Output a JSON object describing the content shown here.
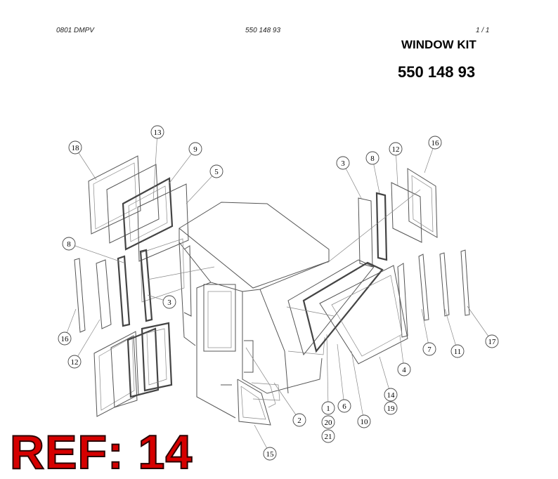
{
  "header": {
    "left": "0801 DMPV",
    "center": "550 148 93",
    "right": "1 /   1"
  },
  "kit": {
    "title": "WINDOW KIT",
    "number": "550 148 93"
  },
  "ref": "REF: 14",
  "callouts": [
    "18",
    "13",
    "9",
    "5",
    "8",
    "3",
    "16",
    "12",
    "3",
    "8",
    "12",
    "16",
    "7",
    "11",
    "17",
    "4",
    "14",
    "19",
    "6",
    "10",
    "1",
    "20",
    "21",
    "2",
    "15"
  ]
}
